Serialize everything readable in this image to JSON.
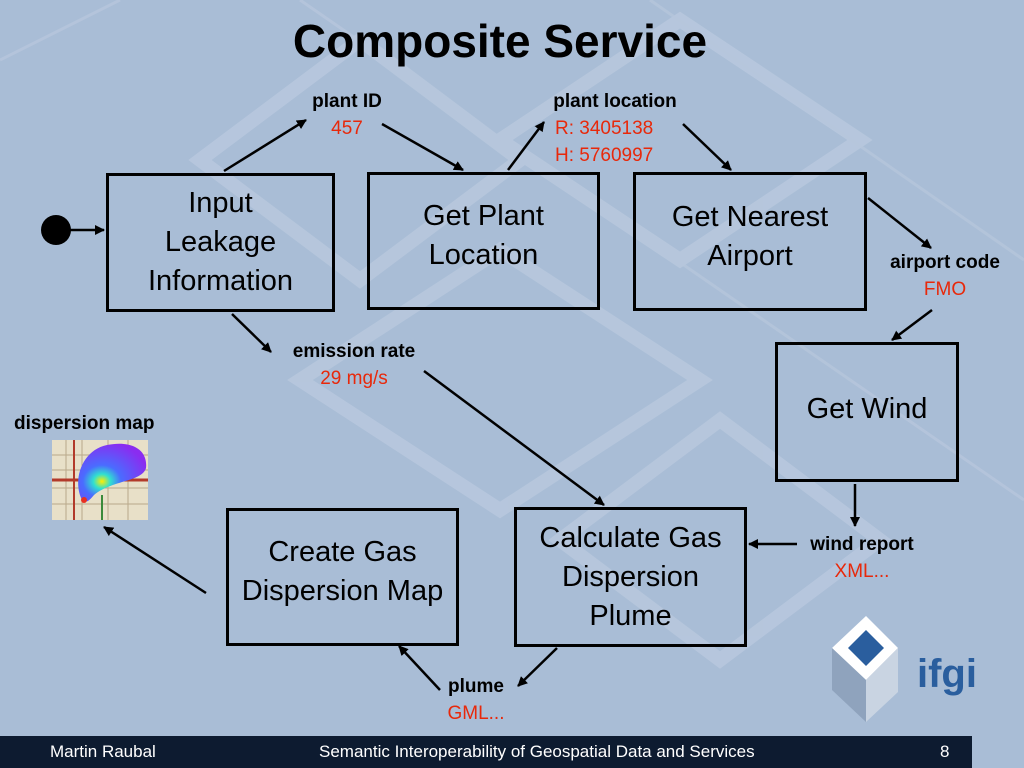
{
  "slide": {
    "title": "Composite Service",
    "page_number": "8"
  },
  "footer": {
    "author": "Martin Raubal",
    "course": "Semantic Interoperability of Geospatial Data and Services"
  },
  "boxes": {
    "input": "Input\nLeakage\nInformation",
    "plant_location": "Get Plant\nLocation",
    "nearest_airport": "Get Nearest\nAirport",
    "wind": "Get Wind",
    "plume": "Calculate Gas\nDispersion\nPlume",
    "map": "Create Gas\nDispersion Map"
  },
  "labels": {
    "plant_id": {
      "name": "plant ID",
      "value": "457"
    },
    "plant_location": {
      "name": "plant location",
      "value": "R: 3405138\nH: 5760997"
    },
    "airport_code": {
      "name": "airport code",
      "value": "FMO"
    },
    "emission_rate": {
      "name": "emission rate",
      "value": "29 mg/s"
    },
    "wind_report": {
      "name": "wind report",
      "value": "XML..."
    },
    "plume": {
      "name": "plume",
      "value": "GML..."
    },
    "dispersion_map": {
      "name": "dispersion map"
    }
  },
  "logo": {
    "text": "ifgi"
  },
  "colors": {
    "background": "#a9bdd6",
    "value_text": "#e8280a",
    "footer_bg": "#0d1b30",
    "logo_blue": "#2a5e9e"
  }
}
